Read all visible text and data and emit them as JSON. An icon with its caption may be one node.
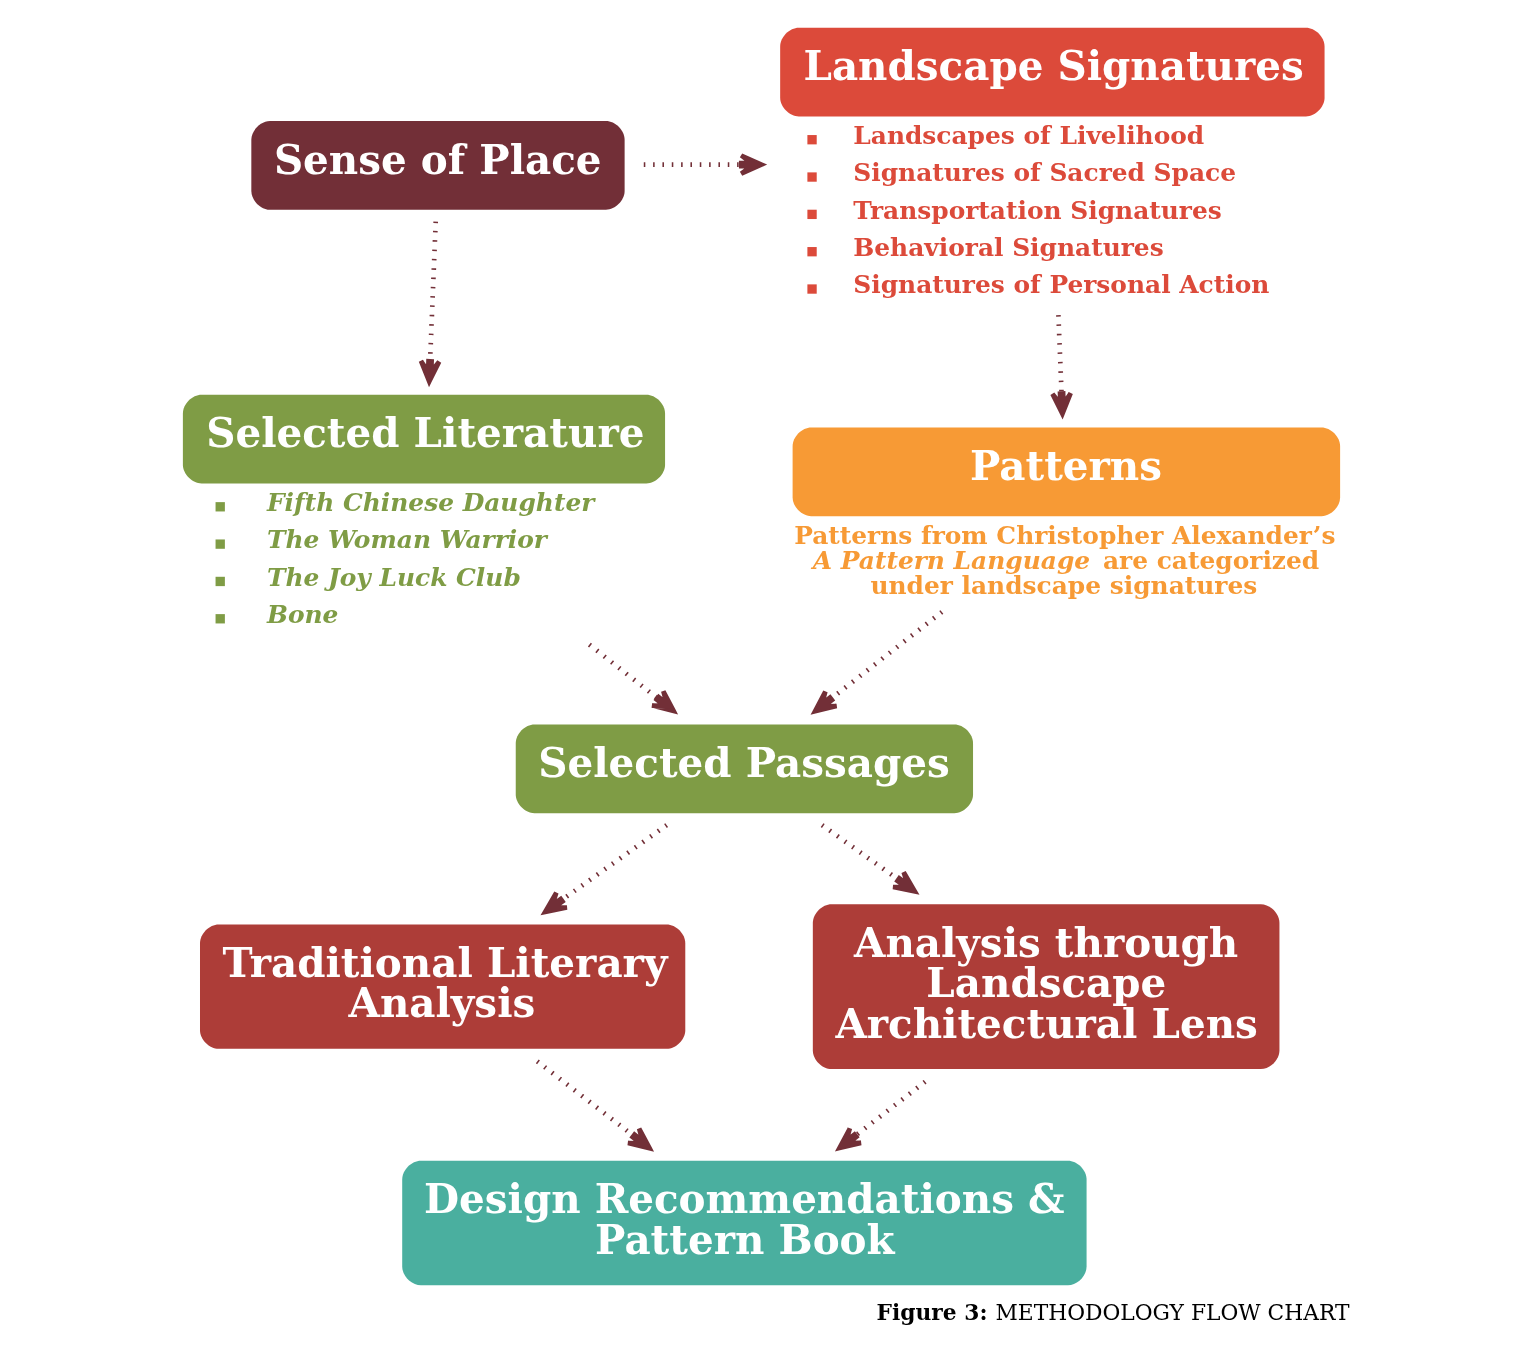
{
  "diagram": {
    "caption": "**Figure 3:** METHODOLOGY FLOW CHART",
    "nodes": [
      {
        "text": [
          "Sense of Place"
        ]
      },
      {
        "text": [
          "Landscape Signatures",
          "Landscapes of Livelihood",
          "Signatures of Sacred Space",
          "Transportation Signatures",
          "Behavioral Signatures",
          "Signatures of Personal Action"
        ]
      },
      {
        "text": [
          "Selected Literature",
          "Fifth Chinese Daughter",
          "The Woman Warrior",
          "The Joy Luck Club",
          "Bone"
        ]
      },
      {
        "text": [
          "Patterns",
          "Patterns from Christopher Alexander’s *A Pattern Language* are categorized under landscape signatures"
        ]
      },
      {
        "text": [
          "Selected Passages"
        ]
      },
      {
        "text": [
          "Traditional Literary Analysis"
        ]
      },
      {
        "text": [
          "Analysis through Landscape Architectural Lens"
        ]
      },
      {
        "text": [
          "Design Recommendations & Pattern Book"
        ]
      }
    ],
    "edges": [
      {
        "from": 0,
        "to": 1,
        "arrow": "to"
      },
      {
        "from": 0,
        "to": 2,
        "arrow": "to"
      },
      {
        "from": 1,
        "to": 3,
        "arrow": "to"
      },
      {
        "from": 2,
        "to": 4,
        "arrow": "to"
      },
      {
        "from": 3,
        "to": 4,
        "arrow": "to"
      },
      {
        "from": 4,
        "to": 5,
        "arrow": "to"
      },
      {
        "from": 4,
        "to": 6,
        "arrow": "to"
      },
      {
        "from": 5,
        "to": 7,
        "arrow": "to"
      },
      {
        "from": 6,
        "to": 7,
        "arrow": "to"
      }
    ]
  }
}
